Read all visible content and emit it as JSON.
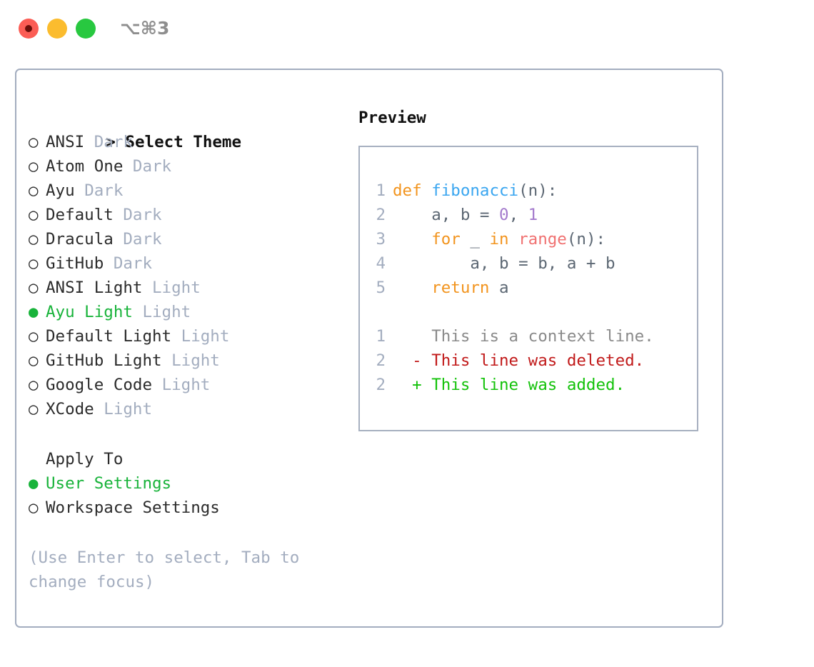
{
  "window": {
    "shortcut_label": "⌥⌘3",
    "traffic_lights": {
      "close": "close-dot",
      "minimize": "minimize-dot",
      "maximize": "maximize-dot"
    }
  },
  "theme_picker": {
    "header_prefix": "> ",
    "header": "Select Theme",
    "marker_unselected": "○",
    "marker_selected": "●",
    "items": [
      {
        "name": "ANSI",
        "variant": "Dark",
        "selected": false
      },
      {
        "name": "Atom One",
        "variant": "Dark",
        "selected": false
      },
      {
        "name": "Ayu",
        "variant": "Dark",
        "selected": false
      },
      {
        "name": "Default",
        "variant": "Dark",
        "selected": false
      },
      {
        "name": "Dracula",
        "variant": "Dark",
        "selected": false
      },
      {
        "name": "GitHub",
        "variant": "Dark",
        "selected": false
      },
      {
        "name": "ANSI Light",
        "variant": "Light",
        "selected": false
      },
      {
        "name": "Ayu Light",
        "variant": "Light",
        "selected": true
      },
      {
        "name": "Default Light",
        "variant": "Light",
        "selected": false
      },
      {
        "name": "GitHub Light",
        "variant": "Light",
        "selected": false
      },
      {
        "name": "Google Code",
        "variant": "Light",
        "selected": false
      },
      {
        "name": "XCode",
        "variant": "Light",
        "selected": false
      }
    ]
  },
  "apply_to": {
    "header": "Apply To",
    "items": [
      {
        "name": "User Settings",
        "selected": true
      },
      {
        "name": "Workspace Settings",
        "selected": false
      }
    ]
  },
  "hint": "(Use Enter to select, Tab to change focus)",
  "preview": {
    "title": "Preview",
    "code_lines": [
      {
        "n": "1",
        "text": "def fibonacci(n):"
      },
      {
        "n": "2",
        "text": "    a, b = 0, 1"
      },
      {
        "n": "3",
        "text": "    for _ in range(n):"
      },
      {
        "n": "4",
        "text": "        a, b = b, a + b"
      },
      {
        "n": "5",
        "text": "    return a"
      }
    ],
    "diff_lines": [
      {
        "n": "1",
        "sign": " ",
        "text": "This is a context line.",
        "kind": "context"
      },
      {
        "n": "2",
        "sign": "-",
        "text": "This line was deleted.",
        "kind": "deleted"
      },
      {
        "n": "2",
        "sign": "+",
        "text": "This line was added.",
        "kind": "added"
      }
    ]
  },
  "colors": {
    "accent_green": "#18b33a",
    "muted": "#a3adbf",
    "keyword": "#f2941e",
    "function": "#3aa6f0",
    "number": "#a37acc",
    "builtin": "#f07171",
    "text": "#5c6773",
    "diff_deleted": "#c11a1a",
    "diff_added": "#13c20a",
    "border": "#a3adbf",
    "close_dot": "#fb5d55",
    "minimize_dot": "#fbbc2e",
    "maximize_dot": "#28c840"
  }
}
